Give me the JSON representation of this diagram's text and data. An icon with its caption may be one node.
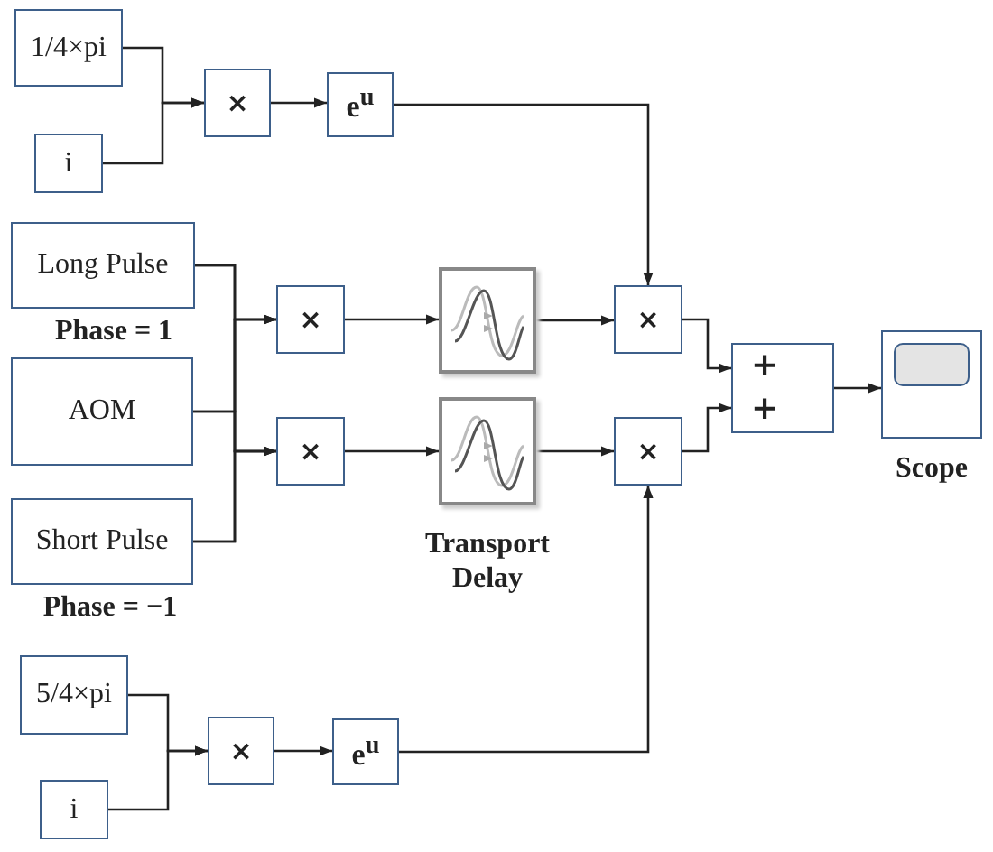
{
  "diagram": {
    "nodes": [
      {
        "text": [
          "1/4×pi"
        ]
      },
      {
        "text": [
          "i"
        ]
      },
      {
        "text": [
          "×"
        ]
      },
      {
        "text": [
          "e$^{u}$"
        ]
      },
      {
        "text": [
          "Long Pulse"
        ],
        "beside": [
          "Phase = 1"
        ]
      },
      {
        "text": [
          "AOM"
        ]
      },
      {
        "text": [
          "Short Pulse"
        ],
        "beside": [
          "Phase = −1"
        ]
      },
      {
        "text": [
          "×"
        ]
      },
      {
        "text": [
          "×"
        ]
      },
      {
        "text": [],
        "shape": "box"
      },
      {
        "text": [],
        "shape": "box",
        "beside": [
          "Transport Delay"
        ]
      },
      {
        "text": [
          "×"
        ]
      },
      {
        "text": [
          "×"
        ]
      },
      {
        "text": [
          "+",
          "+"
        ]
      },
      {
        "text": [
          "Scope"
        ]
      },
      {
        "text": [
          "5/4×pi"
        ]
      },
      {
        "text": [
          "i"
        ]
      },
      {
        "text": [
          "×"
        ]
      },
      {
        "text": [
          "e$^{u}$"
        ]
      }
    ],
    "edges": [
      {
        "from": 0,
        "to": 2,
        "arrow": "to"
      },
      {
        "from": 1,
        "to": 2,
        "arrow": "to"
      },
      {
        "from": 2,
        "to": 3,
        "arrow": "to"
      },
      {
        "from": 3,
        "to": 11,
        "arrow": "to"
      },
      {
        "from": 4,
        "to": 7,
        "arrow": "to"
      },
      {
        "from": 5,
        "to": 7,
        "arrow": "to"
      },
      {
        "from": 6,
        "to": 7,
        "arrow": "to"
      },
      {
        "from": 4,
        "to": 8,
        "arrow": "to"
      },
      {
        "from": 5,
        "to": 8,
        "arrow": "to"
      },
      {
        "from": 6,
        "to": 8,
        "arrow": "to"
      },
      {
        "from": 7,
        "to": 9,
        "arrow": "to"
      },
      {
        "from": 8,
        "to": 10,
        "arrow": "to"
      },
      {
        "from": 9,
        "to": 11,
        "arrow": "to"
      },
      {
        "from": 10,
        "to": 12,
        "arrow": "to"
      },
      {
        "from": 18,
        "to": 12,
        "arrow": "to"
      },
      {
        "from": 15,
        "to": 17,
        "arrow": "to"
      },
      {
        "from": 16,
        "to": 17,
        "arrow": "to"
      },
      {
        "from": 17,
        "to": 18,
        "arrow": "to"
      },
      {
        "from": 11,
        "to": 13,
        "arrow": "to"
      },
      {
        "from": 12,
        "to": 13,
        "arrow": "to"
      },
      {
        "from": 13,
        "to": 14,
        "arrow": "to"
      }
    ]
  }
}
